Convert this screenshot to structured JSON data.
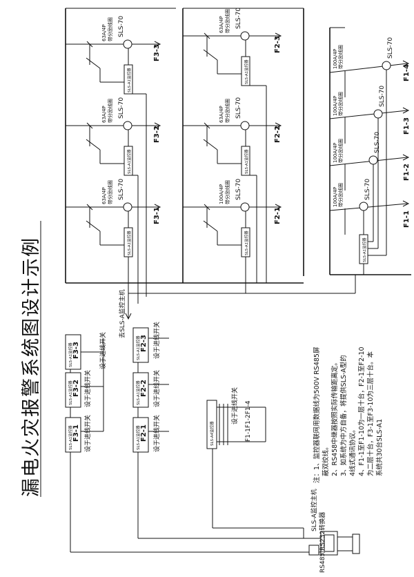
{
  "title": "漏电火灾报警系统图设计示例",
  "host": {
    "label": "SLS-A监控主机",
    "converter": "RS485/RS232转换器"
  },
  "bus_label": "去SLS-A监控主机",
  "module_label": "SLS-A1监控器",
  "module_label_4ch": "SLS-A4监控器",
  "switch_label": "设于进线开关",
  "sensor_label": "SLS-70",
  "breaker_63": "63A/4P",
  "breaker_100": "100A/4P",
  "breaker_desc": "带分励线圈",
  "floor3": [
    "F3-1",
    "F3-2",
    "F3-3"
  ],
  "floor2": [
    "F2-1",
    "F2-2",
    "F2-3"
  ],
  "floor1": [
    "F1-1",
    "F1-2",
    "F1-3",
    "F1-4"
  ],
  "f1_module_group": "F1-1F1-2F1-4",
  "notes": [
    "注：1、监控器联网用数据线为500V RS485屏",
    "蔽双绞线。",
    "2、RS458中继器按照实际传输距离定。",
    "3、如系统为中方自备，将提供SLS-A型的",
    "4线式通讯协议。",
    "4、F1-1至F1-10为一层十台，F2-1至F2-10",
    "为二层十台，F3-1至F3-10为三层十台。本",
    "系统共30台SLS-A1"
  ]
}
